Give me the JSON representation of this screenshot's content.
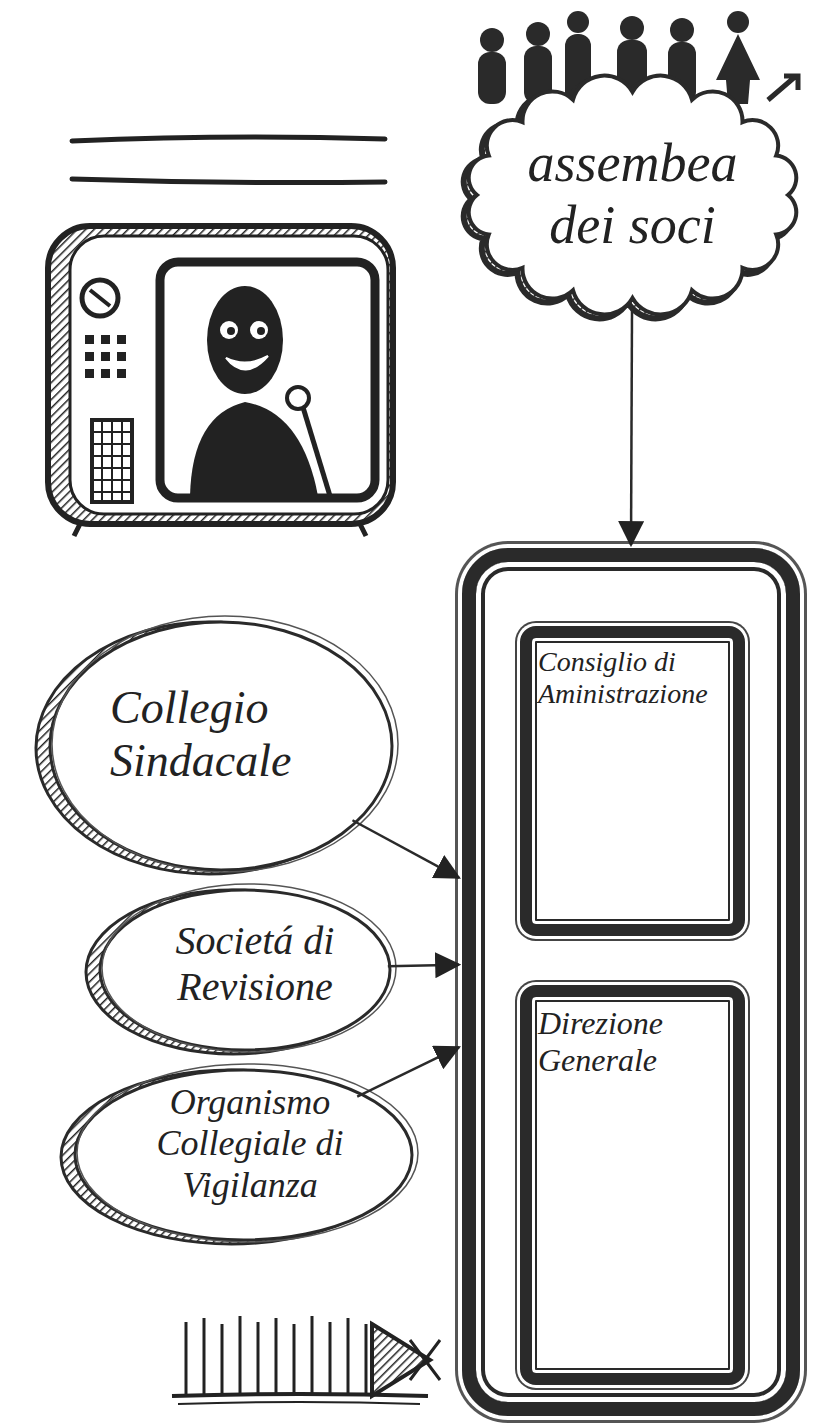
{
  "diagram": {
    "nodes": [
      {
        "text": [
          "assembea dei soci"
        ]
      },
      {},
      {
        "text": [
          "Consiglio di Aministrazione"
        ],
        "in": 1
      },
      {
        "text": [
          "Direzione Generale"
        ],
        "in": 1
      },
      {
        "text": [
          "Collegio Sindacale"
        ]
      },
      {
        "text": [
          "Societá di Revisione"
        ]
      },
      {
        "text": [
          "Organismo Collegiale di Vigilanza"
        ]
      }
    ],
    "edges": [
      {
        "from": 0,
        "to": 1,
        "arrow": "to"
      },
      {
        "from": 4,
        "to": 1,
        "arrow": "to"
      },
      {
        "from": 5,
        "to": 1,
        "arrow": "to"
      },
      {
        "from": 6,
        "to": 1,
        "arrow": "to"
      }
    ]
  }
}
